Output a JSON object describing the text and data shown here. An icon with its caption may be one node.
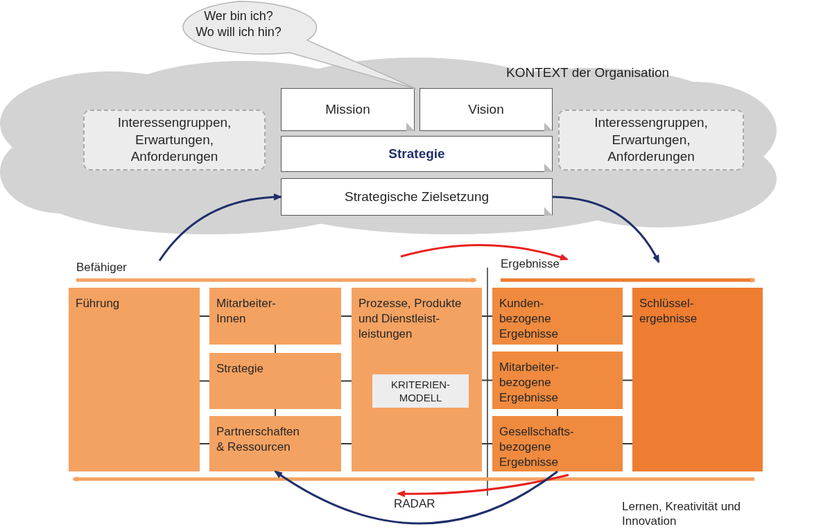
{
  "diagram": {
    "nodes": [
      {
        "text": [
          "KONTEXT der Organisation"
        ]
      },
      {
        "text": [
          "Wer bin ich? Wo will ich hin?"
        ]
      },
      {
        "text": [
          "Interessengruppen, Erwartungen, Anforderungen"
        ],
        "in": 0
      },
      {
        "text": [
          "Mission"
        ],
        "in": 0
      },
      {
        "text": [
          "Vision"
        ],
        "in": 0
      },
      {
        "text": [
          "Strategie"
        ],
        "in": 0
      },
      {
        "text": [
          "Strategische Zielsetzung"
        ],
        "in": 0
      },
      {
        "text": [
          "Interessengruppen, Erwartungen, Anforderungen"
        ],
        "in": 0
      },
      {
        "text": [
          "Führung"
        ]
      },
      {
        "text": [
          "Mitarbeiter- Innen"
        ]
      },
      {
        "text": [
          "Strategie"
        ]
      },
      {
        "text": [
          "Partnerschaften & Ressourcen"
        ]
      },
      {
        "text": [
          "Prozesse, Produkte und Dienstleist- leistungen"
        ]
      },
      {
        "text": [
          "KRITERIEN- MODELL"
        ],
        "in": 12
      },
      {
        "text": [
          "Kunden- bezogene Ergebnisse"
        ]
      },
      {
        "text": [
          "Mitarbeiter- bezogene Ergebnisse"
        ]
      },
      {
        "text": [
          "Gesellschafts- bezogene Ergebnisse"
        ]
      },
      {
        "text": [
          "Schlüssel- ergebnisse"
        ]
      }
    ],
    "edges": [
      {
        "from": null,
        "to": 6,
        "arrow": "to",
        "color": "#1f2f6b"
      },
      {
        "from": 6,
        "to": null,
        "arrow": "to",
        "color": "#1f2f6b"
      },
      {
        "from": 8,
        "to": 9,
        "arrow": "none"
      },
      {
        "from": 8,
        "to": 10,
        "arrow": "none"
      },
      {
        "from": 8,
        "to": 11,
        "arrow": "none"
      },
      {
        "from": 9,
        "to": 10,
        "arrow": "none"
      },
      {
        "from": 10,
        "to": 11,
        "arrow": "none"
      },
      {
        "from": 9,
        "to": 12,
        "arrow": "none"
      },
      {
        "from": 10,
        "to": 12,
        "arrow": "none"
      },
      {
        "from": 11,
        "to": 12,
        "arrow": "none"
      },
      {
        "from": 12,
        "to": 14,
        "arrow": "none"
      },
      {
        "from": 12,
        "to": 15,
        "arrow": "none"
      },
      {
        "from": 12,
        "to": 16,
        "arrow": "none"
      },
      {
        "from": 14,
        "to": 15,
        "arrow": "none"
      },
      {
        "from": 15,
        "to": 16,
        "arrow": "none"
      },
      {
        "from": 14,
        "to": 17,
        "arrow": "none"
      },
      {
        "from": 15,
        "to": 17,
        "arrow": "none"
      },
      {
        "from": 16,
        "to": 17,
        "arrow": "none"
      },
      {
        "from": 16,
        "to": 11,
        "arrow": "to",
        "color": "#1f2f6b"
      }
    ],
    "labels": [
      "Befähiger",
      "Ergebnisse",
      "RADAR",
      "Lernen, Kreativität und Innovation"
    ]
  }
}
